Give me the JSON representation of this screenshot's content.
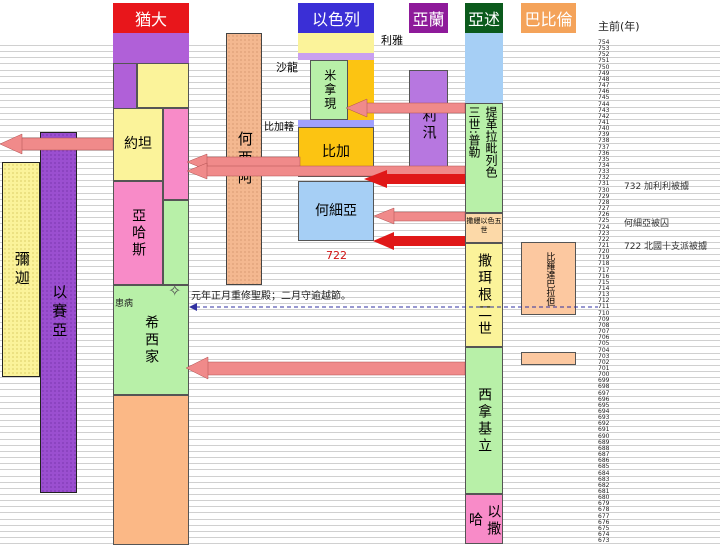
{
  "headers": {
    "judah": "猶大",
    "israel": "以色列",
    "aram": "亞蘭",
    "assyria": "亞述",
    "babylon": "巴比倫",
    "year_axis": "主前(年)"
  },
  "colors": {
    "judah_header": "#e8161b",
    "israel_header": "#3a2fd6",
    "aram_header": "#8e1a9a",
    "assyria_header": "#0b5a1c",
    "babylon_header": "#f4a35a",
    "arrow_pink": "#f08a8a",
    "arrow_red": "#e01818",
    "grid": "#d0d0d0"
  },
  "kings": {
    "micah": "彌迦",
    "isaiah": "以賽亞",
    "jotham": "約坦",
    "ahaz": "亞哈斯",
    "hezekiah_note": "患病",
    "hezekiah": "希西家",
    "hosea": "何西阿",
    "shallum": "沙龍",
    "menahem": "米拿現",
    "pekahiah": "比加轄",
    "pekah": "比加",
    "hoshea": "何細亞",
    "fall_year": "722",
    "zechariah_partial": "利雅",
    "rezin": "利汛",
    "tiglath": "提革拉毗列色",
    "pul": "三世:普勒",
    "shalmaneser_v": "撒縵以色五世",
    "sargon": "撒珥根二世",
    "sennacherib": "西拿基立",
    "esarhaddon": "以撒哈",
    "merodach": "比羅達巴拉但"
  },
  "passover_note": "元年正月重修聖殿；二月守逾越節。",
  "notes": [
    "732 加利利被擄",
    "何細亞被囚",
    "722 北國十支派被擄"
  ],
  "years": [
    "754",
    "753",
    "752",
    "751",
    "750",
    "749",
    "748",
    "747",
    "746",
    "745",
    "744",
    "743",
    "742",
    "741",
    "740",
    "739",
    "738",
    "737",
    "736",
    "735",
    "734",
    "733",
    "732",
    "731",
    "730",
    "729",
    "728",
    "727",
    "726",
    "725",
    "724",
    "723",
    "722",
    "721",
    "720",
    "719",
    "718",
    "717",
    "716",
    "715",
    "714",
    "713",
    "712",
    "711",
    "710",
    "709",
    "708",
    "707",
    "706",
    "705",
    "704",
    "703",
    "702",
    "701",
    "700",
    "699",
    "698",
    "697",
    "696",
    "695",
    "694",
    "693",
    "692",
    "691",
    "690",
    "689",
    "688",
    "687",
    "686",
    "685",
    "684",
    "683",
    "682",
    "681",
    "680",
    "679",
    "678",
    "677",
    "676",
    "675",
    "674",
    "673"
  ]
}
